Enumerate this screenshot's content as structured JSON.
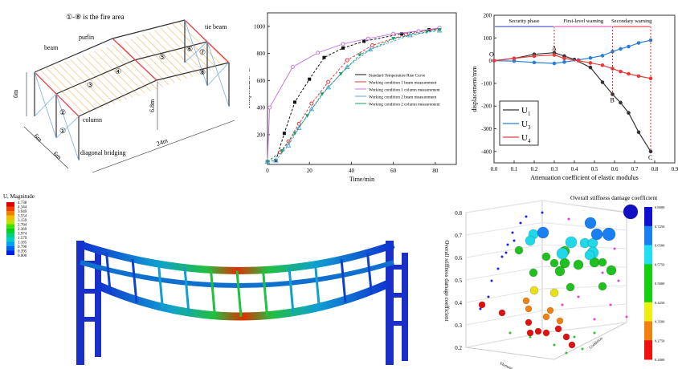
{
  "frame_diagram": {
    "title": "①-⑧ is the fire area",
    "labels": {
      "beam": "beam",
      "purlin": "purlin",
      "tie_beam": "tie beam",
      "column": "column",
      "diagonal_bridging": "diagonal bridging",
      "h6": "6m",
      "h68": "6.8m",
      "w6a": "6m",
      "w6b": "6m",
      "len": "24m"
    },
    "zones": [
      "①",
      "②",
      "③",
      "④",
      "⑤",
      "⑥",
      "⑦",
      "⑧"
    ]
  },
  "chart_data": [
    {
      "type": "line",
      "xlabel": "Time/min",
      "ylabel": "Temperature/°C",
      "xlim": [
        0,
        90
      ],
      "ylim": [
        -20,
        1100
      ],
      "xticks": [
        "0",
        "20",
        "40",
        "60",
        "80"
      ],
      "yticks": [
        "200",
        "400",
        "600",
        "800",
        "1000"
      ],
      "legend_position": "center-right",
      "series": [
        {
          "name": "Standard Temperature Rise Curve",
          "color": "#111111",
          "marker": "square",
          "points": [
            [
              0,
              0
            ],
            [
              4,
              10
            ],
            [
              8,
              210
            ],
            [
              13,
              440
            ],
            [
              20,
              610
            ],
            [
              27,
              770
            ],
            [
              36,
              840
            ],
            [
              46,
              890
            ],
            [
              64,
              945
            ],
            [
              77,
              975
            ],
            [
              82,
              985
            ]
          ]
        },
        {
          "name": "Working condition 1 beam measurement",
          "color": "#e8393a",
          "marker": "circle",
          "points": [
            [
              0,
              0
            ],
            [
              6,
              70
            ],
            [
              10,
              150
            ],
            [
              15,
              280
            ],
            [
              21,
              430
            ],
            [
              29,
              590
            ],
            [
              38,
              750
            ],
            [
              50,
              860
            ],
            [
              66,
              940
            ],
            [
              82,
              985
            ]
          ]
        },
        {
          "name": "Working condition 1 column measurement",
          "color": "#c77be0",
          "marker": "circle",
          "points": [
            [
              0,
              0
            ],
            [
              1,
              400
            ],
            [
              12,
              700
            ],
            [
              24,
              805
            ],
            [
              36,
              870
            ],
            [
              48,
              910
            ],
            [
              60,
              945
            ],
            [
              72,
              965
            ],
            [
              82,
              990
            ]
          ]
        },
        {
          "name": "Working condition 2 beam measurement",
          "color": "#5aa8e0",
          "marker": "triangle",
          "points": [
            [
              0,
              0
            ],
            [
              4,
              10
            ],
            [
              10,
              120
            ],
            [
              15,
              250
            ],
            [
              21,
              390
            ],
            [
              29,
              550
            ],
            [
              38,
              700
            ],
            [
              49,
              830
            ],
            [
              68,
              935
            ],
            [
              82,
              970
            ]
          ]
        },
        {
          "name": "Working condition 2 column measurement",
          "color": "#1aa06a",
          "marker": "triangle-down",
          "points": [
            [
              0,
              0
            ],
            [
              7,
              80
            ],
            [
              13,
              210
            ],
            [
              19,
              340
            ],
            [
              26,
              500
            ],
            [
              35,
              650
            ],
            [
              44,
              790
            ],
            [
              60,
              910
            ],
            [
              76,
              960
            ],
            [
              82,
              975
            ]
          ]
        }
      ]
    },
    {
      "type": "line",
      "xlabel": "Attenuation coefficient of elastic modulus",
      "ylabel": "displacement/mm",
      "xlim": [
        0,
        0.9
      ],
      "ylim": [
        -450,
        200
      ],
      "xticks": [
        "0.0",
        "0.1",
        "0.2",
        "0.3",
        "0.4",
        "0.5",
        "0.6",
        "0.7",
        "0.8",
        "0.9"
      ],
      "yticks": [
        "200",
        "100",
        "0",
        "-100",
        "-200",
        "-300",
        "-400"
      ],
      "phases": [
        {
          "label": "Security phase",
          "from": 0,
          "to": 0.3,
          "color": "#2a3fbf"
        },
        {
          "label": "First-level warning",
          "from": 0.3,
          "to": 0.59,
          "color": "#e040b0"
        },
        {
          "label": "Secondary warning",
          "from": 0.59,
          "to": 0.78,
          "color": "#e02020"
        }
      ],
      "points_labels": [
        {
          "label": "O",
          "x": 0,
          "y": 0
        },
        {
          "label": "A",
          "x": 0.3,
          "y": 35
        },
        {
          "label": "B",
          "x": 0.59,
          "y": -148
        },
        {
          "label": "C",
          "x": 0.78,
          "y": -400
        }
      ],
      "legend_position": "bottom-left",
      "series": [
        {
          "name": "U",
          "sub": "1",
          "color": "#333333",
          "points": [
            [
              0,
              0
            ],
            [
              0.1,
              10
            ],
            [
              0.2,
              28
            ],
            [
              0.3,
              35
            ],
            [
              0.35,
              20
            ],
            [
              0.4,
              5
            ],
            [
              0.48,
              -30
            ],
            [
              0.54,
              -95
            ],
            [
              0.59,
              -148
            ],
            [
              0.63,
              -185
            ],
            [
              0.67,
              -230
            ],
            [
              0.72,
              -315
            ],
            [
              0.78,
              -400
            ]
          ]
        },
        {
          "name": "U",
          "sub": "3",
          "color": "#2b7fd8",
          "points": [
            [
              0,
              0
            ],
            [
              0.1,
              -2
            ],
            [
              0.2,
              -8
            ],
            [
              0.3,
              -12
            ],
            [
              0.35,
              -6
            ],
            [
              0.42,
              3
            ],
            [
              0.48,
              12
            ],
            [
              0.54,
              22
            ],
            [
              0.59,
              40
            ],
            [
              0.63,
              52
            ],
            [
              0.67,
              62
            ],
            [
              0.72,
              78
            ],
            [
              0.78,
              90
            ]
          ]
        },
        {
          "name": "U",
          "sub": "4",
          "color": "#e83a3a",
          "points": [
            [
              0,
              0
            ],
            [
              0.1,
              10
            ],
            [
              0.2,
              20
            ],
            [
              0.3,
              25
            ],
            [
              0.35,
              10
            ],
            [
              0.42,
              0
            ],
            [
              0.48,
              -10
            ],
            [
              0.54,
              -20
            ],
            [
              0.59,
              -35
            ],
            [
              0.63,
              -48
            ],
            [
              0.67,
              -58
            ],
            [
              0.72,
              -68
            ],
            [
              0.78,
              -78
            ]
          ]
        }
      ]
    },
    {
      "type": "scatter",
      "title": "Overall stiffness damage coefficient",
      "zlabel": "Overall stiffness damage coefficient",
      "xlabel": "Element",
      "ylabel": "Condition",
      "zticks": [
        "0.2",
        "0.3",
        "0.4",
        "0.5",
        "0.6",
        "0.7",
        "0.8"
      ],
      "colorbar_ticks": [
        "0.8000",
        "0.7250",
        "0.6500",
        "0.5750",
        "0.5000",
        "0.4250",
        "0.3500",
        "0.2750",
        "0.2000"
      ],
      "colorbar_colors": [
        "#1010d0",
        "#1a7ff0",
        "#20e0f0",
        "#10d010",
        "#10d010",
        "#f0f010",
        "#f08010",
        "#f01010"
      ]
    }
  ],
  "fe_model": {
    "legend_title": "U, Magnitude",
    "legend_values": [
      "4.738",
      "4.344",
      "3.949",
      "3.554",
      "3.159",
      "2.764",
      "2.369",
      "1.974",
      "1.579",
      "1.185",
      "0.790",
      "0.395",
      "0.000"
    ],
    "legend_colors": [
      "#e00000",
      "#f04000",
      "#f08000",
      "#f0c000",
      "#c0e000",
      "#40e000",
      "#00d020",
      "#00d080",
      "#00d0c0",
      "#00a0f0",
      "#0060f0",
      "#0020e0"
    ]
  }
}
